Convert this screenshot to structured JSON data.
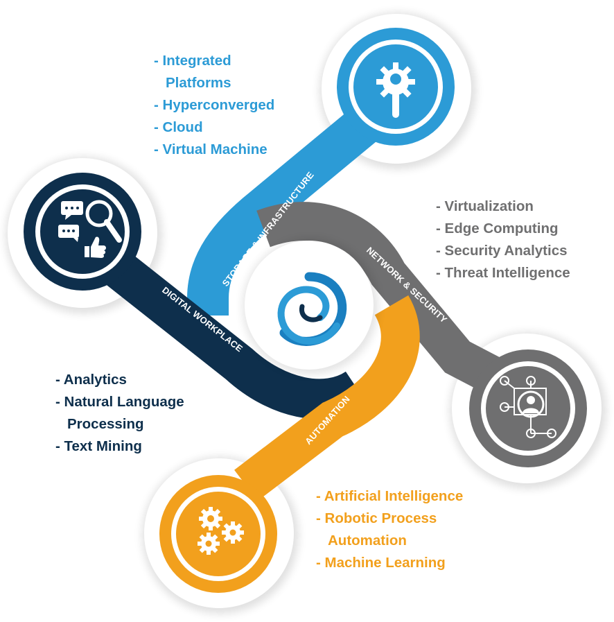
{
  "colors": {
    "storage": "#2c9bd6",
    "digital": "#0e2f4c",
    "network": "#6f6f70",
    "automation": "#f2a01d",
    "center_swirl": "#1a7fc0"
  },
  "bands": {
    "storage": "STORAGE & INFRASTRUCTURE",
    "digital": "DIGITAL WORKPLACE",
    "network": "NETWORK & SECURITY",
    "automation": "AUTOMATION"
  },
  "lists": {
    "storage": [
      "- Integrated",
      "Platforms",
      "- Hyperconverged",
      "- Cloud",
      "- Virtual Machine"
    ],
    "network": [
      "- Virtualization",
      "- Edge Computing",
      "- Security Analytics",
      "- Threat Intelligence"
    ],
    "digital": [
      "- Analytics",
      "- Natural Language",
      "Processing",
      "- Text Mining"
    ],
    "automation": [
      "- Artificial Intelligence",
      "- Robotic Process",
      "Automation",
      "- Machine Learning"
    ]
  },
  "icons": {
    "storage": "gear-wrench-icon",
    "digital": "chat-search-thumbs-up-icon",
    "network": "user-network-icon",
    "automation": "gears-icon",
    "center": "swirl-logo-icon"
  }
}
